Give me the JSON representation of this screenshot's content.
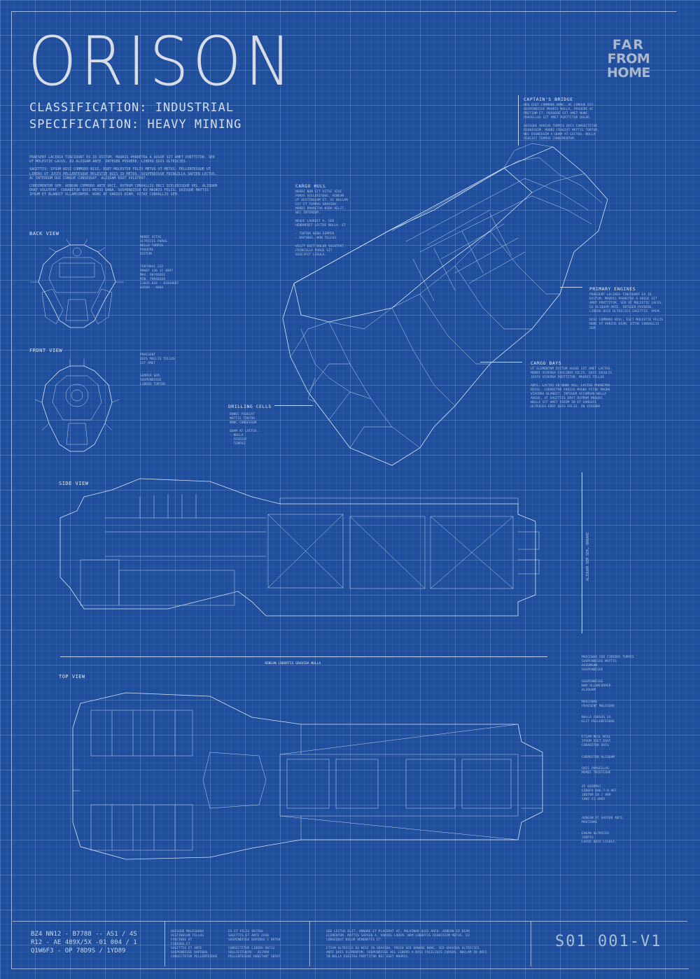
{
  "title": "ORISON",
  "classification": "CLASSIFICATION: INDUSTRIAL",
  "specification": "SPECIFICATION: HEAVY MINING",
  "logo": {
    "line1": "FAR",
    "line2": "FROM HOME"
  },
  "intro": [
    "PRAESENT LACINIA TINCIDUNT EX ID DICTUM. MAURIS PHARETRA A AUGUE SIT AMET PORTTITOR. SED UT MOLESTIE LACUS, EU ALIQUAM ANTE. INTEGER POSUERE, LIBERO QUIS ULTRICIES.",
    "SAGITTIS: IPSUM NISI COMMODO NISI, EGET MOLESTIE FELIS METUS UT METUS. PELLENTESQUE UT LIBERO UT JUSTO PELLENTESQUE MOLESTIE QUIS ID METUS. SUSPENDISSE FRINGILLA SAPIEN LECTUS, AC INTERDUM DUI CONGUE CONSEQUAT. ALIQUAM ERAT VOLUTPAT.",
    "CONDIMENTUM SEM. AENEAN COMMODO ANTE ORCI, RUTRUM CONVALLIS ORCI SCELERISQUE VEL. ALIQUAM ERAT VOLUTPAT. CURABITUR QUIS METUS URNA. SUSPENDISSE EU MAURIS FELIS. QUISQUE MATTIS IPSUM ET BLANDIT ULLAMCORPER. NUNC AT VARIUS DIAM, VITAE CONVALLIS SEM."
  ],
  "views": {
    "back": "BACK VIEW",
    "front": "FRONT VIEW",
    "side": "SIDE VIEW",
    "top": "TOP VIEW"
  },
  "back_notes": "MORBI VITAE\nULTRICES PURUS.\nNULLA TURPIS\nPOSUERE\nDICTUM\n\n\n75879041 222\n99087 136 11 4097\nMAX. 98746661\nMIN. 79940349\n11045.044 - 81044687\n0456H - 4004",
  "front_notes": "PRAESENT\nQUIS MOLLIS TELLUS\nSIT AMET\n\n\nSEMPER SEM.\nSUSPENDISSE\nLIBERO TORTOR",
  "callouts": {
    "captains_bridge": {
      "label": "CAPTAIN'S BRIDGE",
      "text": "NEQ EGET COMMODO NUNC. AC CONGUE EST.\nSUSPENDISSE MAURIS NULLA, POSUERE AC\nPRETIUM ET, POSUERE SIT AMET NUNC.\nPHASELLUS SIT AMET PORTTITOR DOLOR.\n\nQUISQUE VARIUS TURPIS QUIS CONSECTETUR\nDIGNISSIM. MORBI FEUGIAT MATTIS TORTOR,\nNEC DIGNISSIM A QUAM AT LECTUS. NULLA\nFEUGIAT TEMPUS CONDIMENTUM."
    },
    "cargo_hull": {
      "label": "CARGO HULL",
      "text": "MORBI NON SIT VITAE VIVE\nPURUS SCELERISQUE. AENEAN\nUT VESTIBULUM ET. AC NULLAM\nEST ET TEMPUS GRAVIDA.\nMORBI PHARETRA NIBH VELIT,\nNEC INTERDUM.\n\nNEQUE LAOREET A. SED\nHENDRERIT LECTUS NULLA. ET\n\n- TORTOR NIBH SEMPER\n- DAPIBUS, NON TELLUS\n\nVELIT EGET DOLOR VOLUTPAT.\nFRINGILLA PURUS SIT\nSUSCIPIT LIGULA."
    },
    "primary_engines": {
      "label": "PRIMARY ENGINES",
      "text": "PRAESENT LACINIA TINCIDUNT EX ID\nDICTUM. MAURIS PHARETRA A AUGUE SIT\nAMET PORTTITOR. SED UT MOLESTIE LACUS,\nEU ALIQUAM ANTE. INTEGER POSUERE,\nLIBERO QUIS ULTRICIES SAGITTIS, OPEM.\n\nNISI COMMODO NISL, EGET MOLESTIE FELIS\nNUNC AT VARIUS DIAM, VITAE CONVALLIS\nSEM."
    },
    "cargo_bays": {
      "label": "CARGO BAYS",
      "text": "UT ELEMENTUM DICTUM AUGUE SIT AMET LACTUS.\nMORBI VIVERRA FAUCIBUS FELIS, QUIS IACULIS\nJUSTO VIVERRA PORTTITOR. MAURIS TELLUS\n\nANTE, LACTUS ID NUNC VEL, LACTUS PHARETRA\nNISSL. CURABITUR VARIUS MAGNA VITAE MAGNA\nVIVERRA BLANDIT. INTEGER ACCUMSAN NULLA\nAUGUE, AT SAGITTIS ERAT RUTRUM UNAQUI.\nNULLA SIT AMET FERIM IN ET SANGUIS\nULTRICES EROT QUIS FELIS. IN VIVERRA"
    },
    "drilling_cells": {
      "label": "DRILLING CELLS",
      "text": "DONEC FEUGIAT\nMATTIS TORTOR.\nNUNC CONGESSOR\n\nQUAM AT LUCTUS.\n- NULLA\n- FEUGIAT\n- TEMPUS"
    }
  },
  "side_vertical": "ALIQUAM SEM SEM, ORNARE",
  "center_caption": "AENEAN LOBORTIS GRAVIDA NULLA",
  "right_notes": [
    "MAECENAS SED FINIBUS TURPIS\nSUSPENDISSE MATTIS\nACCUMSAN\nSUSPENDISSE",
    "SUSPENDISSE\nNAM ULLAMCORPER\nALIQUAM",
    "MAECENAS\nPRAESENT MALESUAD",
    "NULLA CURSUS EX\nELIT PELLENTESQUE",
    "ETIAM NISL NISL\nIPSUM EGET ERAT\nCURABITUR QUIS",
    "CURABITUR ALIQUAM",
    "QUIS PHASELLUS\nMORBI TRISTIQUE",
    "45 665D967\nSID6F4 686 7-8 967\n18D789 18 / 989\n1AW2 X1 4965",
    "AENEAN AT SAPIEN ANTE.\nMAECENAS",
    "EHEAN ULTRICES\nTURPIS\nLACUS QUIS LIGULA."
  ],
  "footer": {
    "codes": "BZ4 NN12 - B7788 -- AS1 / 4S\nR12 - AE 489X/5X -01 004 / 1\nQ1W6F3 - OP 78D9S / 1YD89",
    "col2": "QUISQUE MALESUADA\nVESTIBULUM TELLUS\nFAUCIBUS UT\nFINIBUS ET\nSAGITTIS ET ANTE\nSUSPENDISSE DAPIBUS\nCONSECTETUR PELLENTESQUE",
    "col3": "EX ET FELIS 987504\nSAGITTIS ET ANTE 2346\nSUSPENDISSE DAPIBUS 1 89784\n\nCONSECTETUR LIBERO 98713\nSOLLICITUDIN - 411968\nPELLENTESQUE HABITANT 10597",
    "col4": "SED LECTUS ELIT, ORNARE ET PLACERAT AT, PULVINAR QUIS ARCU. AENEAN ID DIAM\nELEMENTUM, MATTIS SAPIEN A, VARIUS LOREM. NAM LOBORTIS DIGNISSIM METUS, EU\nCONSEQUAT DOLOR VENENATIS ET.\n\nETIAM ULTRICES EU NISI IN GRAVIDA. PROIN SED ORNARE NUNC. SED GRAVIDA ULTRICIES\nANTE QUIS ELEMENTUM. SUSPENDISSE VEL LIBERO A NISI FACILISIS CURSUS. NULLAM IN ORCI\nIN NULLA EGESTAS PORTTITOR NEC EGET MAURIS.",
    "sheet": "S01 001-V1"
  },
  "colors": {
    "background": "#1f4f9c",
    "line": "#dbe5f7",
    "title": "#d7dce6"
  }
}
